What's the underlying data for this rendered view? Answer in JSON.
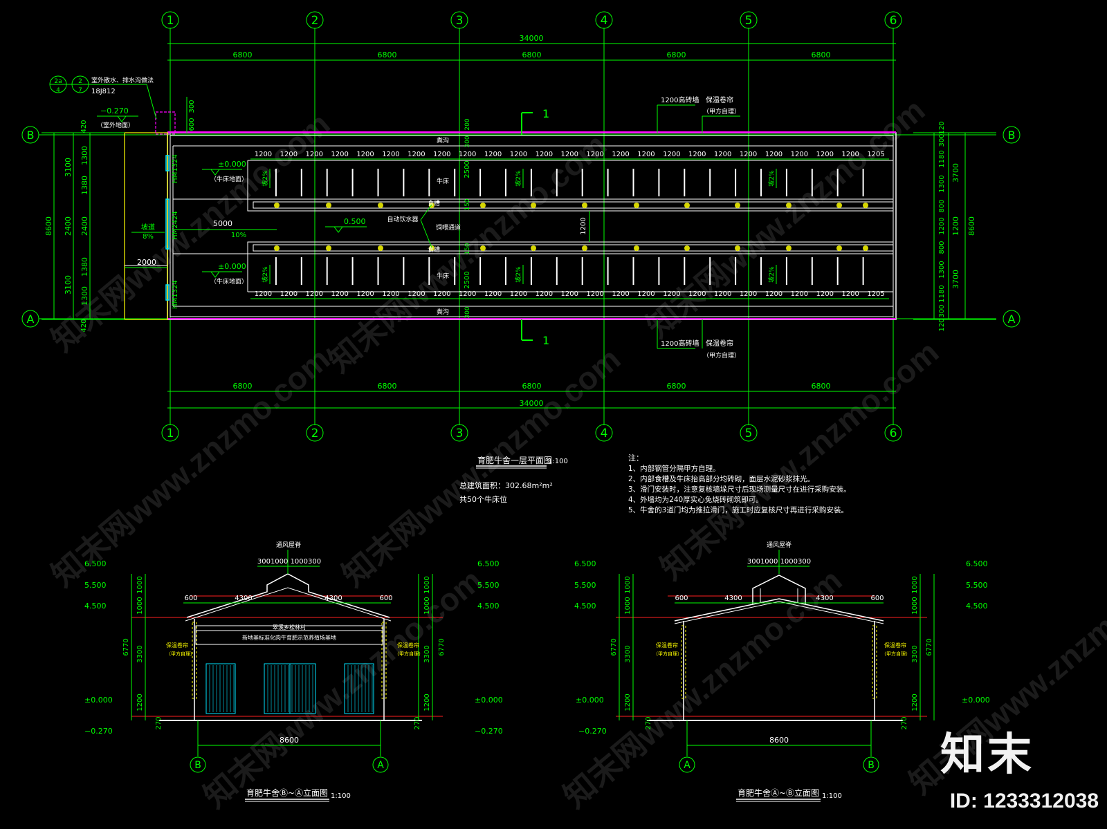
{
  "plan": {
    "axis_x": [
      "1",
      "2",
      "3",
      "4",
      "5",
      "6"
    ],
    "axis_y": [
      "B",
      "A"
    ],
    "bays": [
      "6800",
      "6800",
      "6800",
      "6800",
      "6800"
    ],
    "overall": "34000",
    "left_dims_outer": [
      "8600"
    ],
    "left_dims_mid": [
      "3100",
      "2400",
      "3100"
    ],
    "left_dims_inner": [
      "1300",
      "1380",
      "2400",
      "1380",
      "1300"
    ],
    "left_420": "420",
    "right_dims_outer": "8600",
    "right_dims_mid": [
      "3700",
      "1200",
      "3700"
    ],
    "right_dims_inner": [
      "120",
      "300",
      "1180",
      "1300",
      "800",
      "1200",
      "800",
      "1300",
      "1180",
      "300",
      "120"
    ],
    "stall_dim": "1200",
    "stall_last": "1205",
    "detail_ref": {
      "a": "2a",
      "b": "2",
      "c": "4",
      "d": "7",
      "note": "室外散水、排水沟做法",
      "std": "18J812"
    },
    "outside_level": "−0.270",
    "outside_level_note": "（室外地面）",
    "dim_300": "300",
    "dim_600": "600",
    "level_floor": "±0.000",
    "level_floor_note": "（牛床地面）",
    "slope_label": "坡道",
    "slope_value": "8%",
    "slope2_value": "10%",
    "dim_5000": "5000",
    "dim_2000": "2000",
    "level_0500": "0.500",
    "slope_2pct": "坡2%",
    "door_1": "HM1324",
    "door_2": "HM2424",
    "door_3": "HM1324",
    "label_dung": "粪沟",
    "label_bed": "牛床",
    "label_trough": "食槽",
    "label_aisle": "饲喂通道",
    "label_drinker": "自动饮水器",
    "dim_300b": "300",
    "dim_200": "200",
    "dim_2500": "2500",
    "dim_150": "150",
    "dim_1200c": "1200",
    "wall_note": "1200高砖墙",
    "curtain_note": "保温卷帘",
    "curtain_sub": "（甲方自理）",
    "section_mark": "1"
  },
  "plan_title": "育肥牛舍一层平面图",
  "plan_scale": "1:100",
  "area_text": "总建筑面积：302.68m²m²",
  "beds_text": "共50个牛床位",
  "notes_title": "注：",
  "notes": [
    "1、内部钢管分隔甲方自理。",
    "2、内部食槽及牛床抬高部分均砖砌，面层水泥砂浆抹光。",
    "3、滑门安装时，注意复核墙垛尺寸后现场测量尺寸在进行采购安装。",
    "4、外墙均为240厚实心免烧砖砌筑即可。",
    "5、牛舍的3道门均为推拉滑门，施工时应复核尺寸再进行采购安装。"
  ],
  "elev_left": {
    "title": "育肥牛舍Ⓑ~Ⓐ立面图",
    "scale": "1:100",
    "ridge": "通风屋脊",
    "ridge_dims": "3001000  1000300",
    "sign_1": "翠溪乡松林村",
    "sign_2": "新地基标准化肉牛育肥示范养殖场基地",
    "axis_l": "B",
    "axis_r": "A"
  },
  "elev_right": {
    "title": "育肥牛舍Ⓐ~Ⓑ立面图",
    "scale": "1:100",
    "ridge": "通风屋脊",
    "ridge_dims": "3001000  1000300",
    "axis_l": "A",
    "axis_r": "B"
  },
  "elev_levels": [
    "6.500",
    "5.500",
    "4.500",
    "±0.000",
    "−0.270"
  ],
  "elev_dims_a": [
    "1000",
    "1000"
  ],
  "elev_dims_b": [
    "3300",
    "1200",
    "270"
  ],
  "elev_dim_total": "6770",
  "elev_width": "8600",
  "elev_eave": [
    "600",
    "4300",
    "4300",
    "600"
  ],
  "elev_curtain": "保温卷帘",
  "elev_curtain_sub": "（甲方自理）",
  "logo": "知末",
  "id": "ID: 1233312038",
  "watermark": "知末网www.znzmo.com"
}
